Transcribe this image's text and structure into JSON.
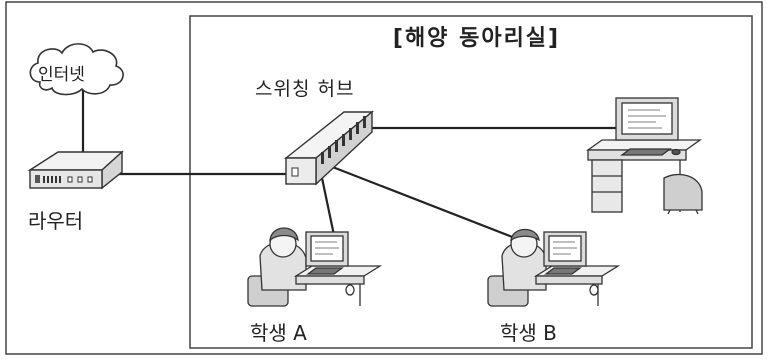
{
  "room": {
    "title": "[해양 동아리실]"
  },
  "nodes": {
    "internet": "인터넷",
    "router": "라우터",
    "hub": "스위칭 허브",
    "student_a": "학생 A",
    "student_b": "학생 B"
  },
  "colors": {
    "line": "#222222",
    "border": "#444444",
    "device": "#e9e9e9"
  }
}
